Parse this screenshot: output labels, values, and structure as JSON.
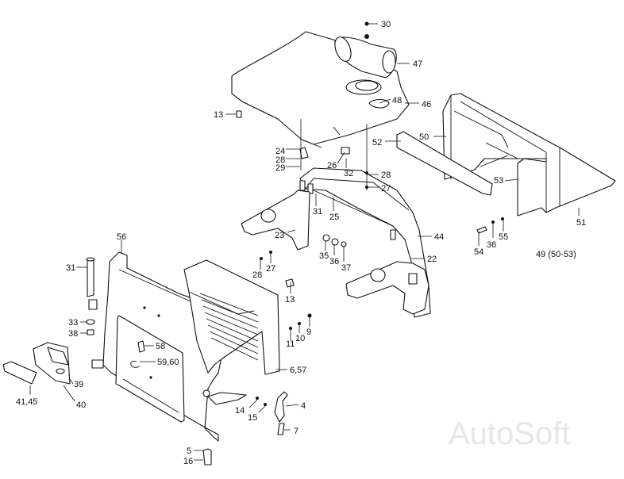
{
  "callouts": {
    "c30": "30",
    "c47": "47",
    "c46": "46",
    "c48": "48",
    "c13a": "13",
    "c24": "24",
    "c28a": "28",
    "c29": "29",
    "c26": "26",
    "c32": "32",
    "c28b": "28",
    "c27a": "27",
    "c31b": "31",
    "c25": "25",
    "c23": "23",
    "c44": "44",
    "c35": "35",
    "c36a": "36",
    "c37": "37",
    "c22": "22",
    "c52": "52",
    "c50": "50",
    "c53": "53",
    "c51": "51",
    "c55": "55",
    "c36b": "36",
    "c54": "54",
    "c49": "49 (50-53)",
    "c56": "56",
    "c31a": "31",
    "c28c": "28",
    "c27b": "27",
    "c13b": "13",
    "c33": "33",
    "c38": "38",
    "c58": "58",
    "c5960": "59,60",
    "c11": "11",
    "c10": "10",
    "c9": "9",
    "c657": "6,57",
    "c39": "39",
    "c4145": "41,45",
    "c40": "40",
    "c14": "14",
    "c15": "15",
    "c4": "4",
    "c7": "7",
    "c5": "5",
    "c16": "16"
  },
  "watermark": "AutoSoft"
}
